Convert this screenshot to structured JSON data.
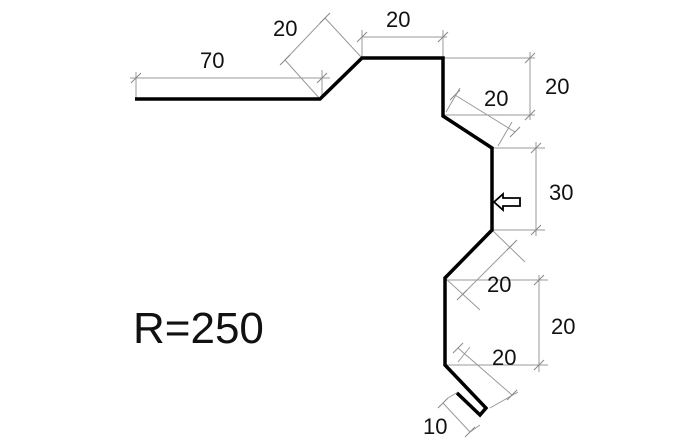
{
  "diagram": {
    "radius_label": "R=250",
    "dimensions": {
      "left_flange": "70",
      "first_slope": "20",
      "top_flat": "20",
      "right_drop": "20",
      "second_slope": "20",
      "vertical_section": "30",
      "third_slope": "20",
      "lower_vertical": "20",
      "bottom_slope": "20",
      "hem": "10"
    },
    "arrow": "left-pointing-arrow"
  }
}
